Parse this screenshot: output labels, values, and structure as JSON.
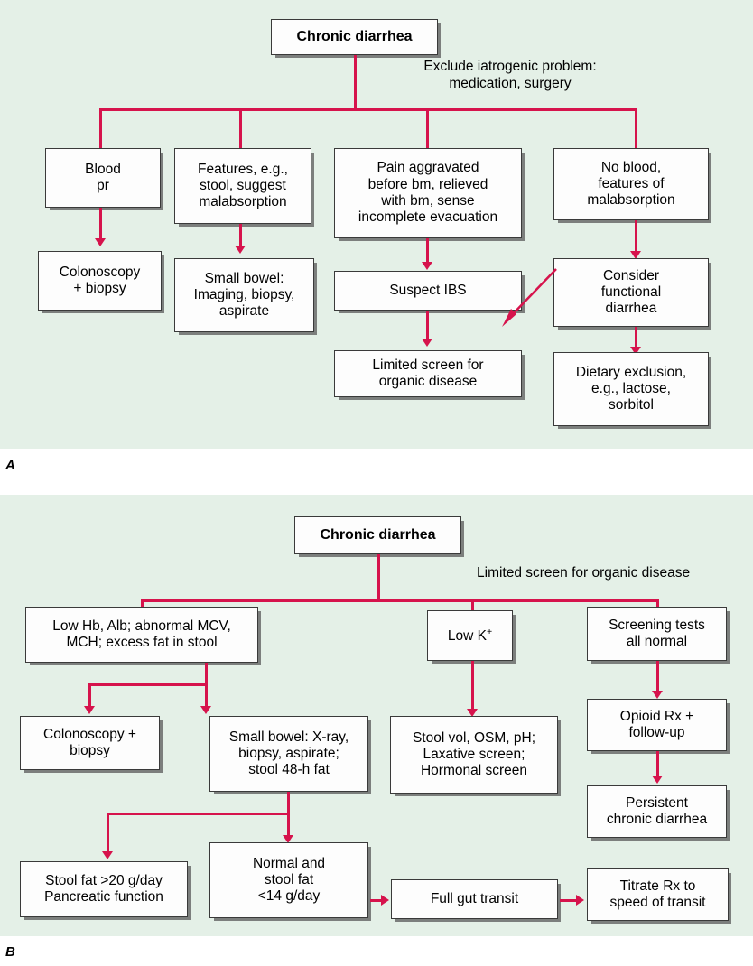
{
  "figure": {
    "panels": [
      {
        "id": "A",
        "label": "A",
        "title": "Chronic diarrhea",
        "annotation": "Exclude iatrogenic problem:\nmedication, surgery",
        "annotation_line1": "Exclude iatrogenic problem:",
        "annotation_line2": "medication, surgery",
        "nodes": {
          "blood_pr": "Blood\npr",
          "blood_pr_l1": "Blood",
          "blood_pr_l2": "pr",
          "features": "Features, e.g.,\nstool, suggest\nmalabsorption",
          "features_l1": "Features, e.g.,",
          "features_l2": "stool, suggest",
          "features_l3": "malabsorption",
          "pain": "Pain aggravated\nbefore bm, relieved\nwith bm, sense\nincomplete evacuation",
          "pain_l1": "Pain aggravated",
          "pain_l2": "before bm, relieved",
          "pain_l3": "with bm, sense",
          "pain_l4": "incomplete evacuation",
          "no_blood": "No blood,\nfeatures of\nmalabsorption",
          "no_blood_l1": "No blood,",
          "no_blood_l2": "features of",
          "no_blood_l3": "malabsorption",
          "colonoscopy": "Colonoscopy\n+ biopsy",
          "colonoscopy_l1": "Colonoscopy",
          "colonoscopy_l2": "+ biopsy",
          "small_bowel": "Small bowel:\nImaging, biopsy,\naspirate",
          "small_bowel_l1": "Small bowel:",
          "small_bowel_l2": "Imaging, biopsy,",
          "small_bowel_l3": "aspirate",
          "suspect_ibs": "Suspect IBS",
          "consider_functional": "Consider\nfunctional\ndiarrhea",
          "consider_functional_l1": "Consider",
          "consider_functional_l2": "functional",
          "consider_functional_l3": "diarrhea",
          "limited_screen": "Limited screen for\norganic disease",
          "limited_screen_l1": "Limited screen for",
          "limited_screen_l2": "organic disease",
          "dietary": "Dietary exclusion,\ne.g., lactose,\nsorbitol",
          "dietary_l1": "Dietary exclusion,",
          "dietary_l2": "e.g., lactose,",
          "dietary_l3": "sorbitol"
        }
      },
      {
        "id": "B",
        "label": "B",
        "title": "Chronic diarrhea",
        "annotation": "Limited screen for organic disease",
        "nodes": {
          "low_hb": "Low Hb, Alb; abnormal MCV,\nMCH; excess fat in stool",
          "low_hb_l1": "Low Hb, Alb; abnormal MCV,",
          "low_hb_l2": "MCH; excess fat in stool",
          "low_k_prefix": "Low K",
          "low_k_sup": "+",
          "screening": "Screening tests\nall normal",
          "screening_l1": "Screening tests",
          "screening_l2": "all normal",
          "colonoscopy": "Colonoscopy +\nbiopsy",
          "colonoscopy_l1": "Colonoscopy +",
          "colonoscopy_l2": "biopsy",
          "small_bowel": "Small bowel: X-ray,\nbiopsy, aspirate;\nstool 48-h fat",
          "small_bowel_l1": "Small bowel: X-ray,",
          "small_bowel_l2": "biopsy, aspirate;",
          "small_bowel_l3": "stool 48-h fat",
          "stool_vol": "Stool vol, OSM, pH;\nLaxative screen;\nHormonal screen",
          "stool_vol_l1": "Stool vol, OSM, pH;",
          "stool_vol_l2": "Laxative screen;",
          "stool_vol_l3": "Hormonal screen",
          "opioid": "Opioid Rx +\nfollow-up",
          "opioid_l1": "Opioid Rx +",
          "opioid_l2": "follow-up",
          "persistent": "Persistent\nchronic diarrhea",
          "persistent_l1": "Persistent",
          "persistent_l2": "chronic diarrhea",
          "stool_fat_high": "Stool fat >20 g/day\nPancreatic function",
          "stool_fat_high_l1": "Stool fat >20 g/day",
          "stool_fat_high_l2": "Pancreatic function",
          "normal_stool_fat": "Normal and\nstool fat\n<14 g/day",
          "normal_stool_fat_l1": "Normal and",
          "normal_stool_fat_l2": "stool fat",
          "normal_stool_fat_l3": "<14 g/day",
          "full_gut_transit": "Full gut transit",
          "titrate": "Titrate Rx to\nspeed of transit",
          "titrate_l1": "Titrate Rx to",
          "titrate_l2": "speed of transit"
        }
      }
    ]
  },
  "colors": {
    "panel_background": "#e4f0e7",
    "connector": "#d6134c",
    "node_border": "#3a3a3a",
    "node_fill": "#fdfdfd",
    "text": "#000000"
  }
}
